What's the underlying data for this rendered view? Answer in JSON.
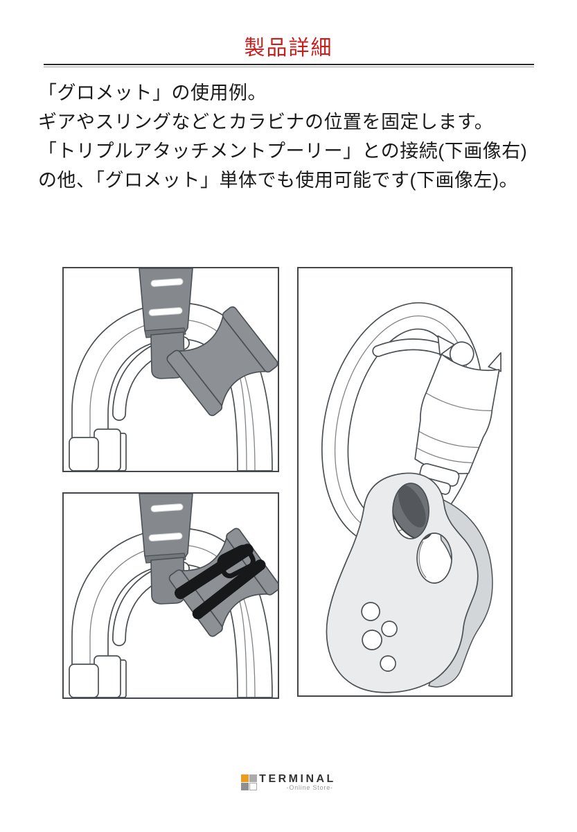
{
  "header": {
    "title": "製品詳細"
  },
  "description": {
    "lines": [
      "「グロメット」の使用例。",
      "ギアやスリングなどとカラビナの位置を固定します。",
      "「トリプルアタッチメントプーリー」との接続(下画像右)",
      "の他、「グロメット」単体でも使用可能です(下画像左)。"
    ]
  },
  "footer": {
    "brand": "TERMINAL",
    "tagline": "-Online Store-"
  },
  "colors": {
    "title-red": "#C81E1E",
    "text-black": "#1b1b1b",
    "rule-dark": "#2a2a2a",
    "panel-border": "#43474b",
    "outline": "#4b5054",
    "strap-gray": "#85898d",
    "strap-dark": "#74787c",
    "spool-gray": "#8d9195",
    "webbing-black": "#17181a",
    "plate-light": "#e9ebec",
    "plate-mid": "#d3d6d8",
    "ring-dark": "#6e7276",
    "ring-hole": "#54585c",
    "logo-orange": "#ED9C1E",
    "logo-gray-light": "#ABABAB",
    "logo-gray-dark": "#8F8F8F",
    "brand-text": "#333333",
    "tagline-gray": "#999999"
  }
}
